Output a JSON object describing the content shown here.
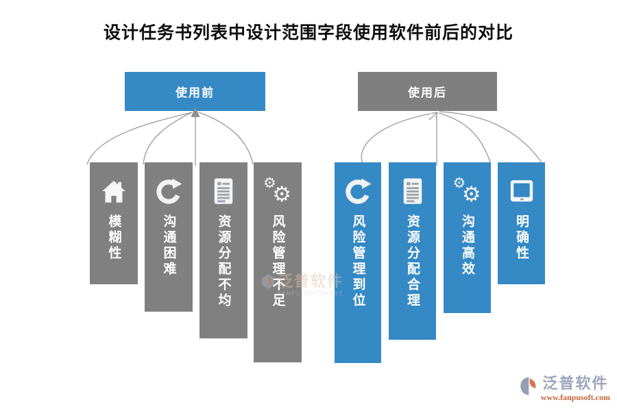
{
  "title": "设计任务书列表中设计范围字段使用软件前后的对比",
  "colors": {
    "blue": "#3589c5",
    "gray": "#808080",
    "header_before_bg": "#3589c5",
    "header_after_bg": "#7f7f7f",
    "connector": "#999999",
    "title_text": "#0d0d0d",
    "footer_brand_text": "#9ba6ba",
    "footer_url_text": "#c2633a"
  },
  "before": {
    "header_label": "使用前",
    "bars": [
      {
        "icon": "home-icon",
        "label": "模糊性"
      },
      {
        "icon": "refresh-icon",
        "label": "沟通困难"
      },
      {
        "icon": "document-icon",
        "label": "资源分配不均"
      },
      {
        "icon": "gears-icon",
        "label": "风险管理不足"
      }
    ]
  },
  "after": {
    "header_label": "使用后",
    "bars": [
      {
        "icon": "refresh-icon",
        "label": "风险管理到位"
      },
      {
        "icon": "document-icon",
        "label": "资源分配合理"
      },
      {
        "icon": "gears-icon",
        "label": "沟通高效"
      },
      {
        "icon": "monitor-icon",
        "label": "明确性"
      }
    ]
  },
  "icons": {
    "gear_glyph": "⚙"
  },
  "watermark": {
    "text": "泛普软件",
    "subtext": "FANPU SOFTWARE"
  },
  "footer": {
    "brand": "泛普软件",
    "url": "www.fanpusoft.com"
  }
}
